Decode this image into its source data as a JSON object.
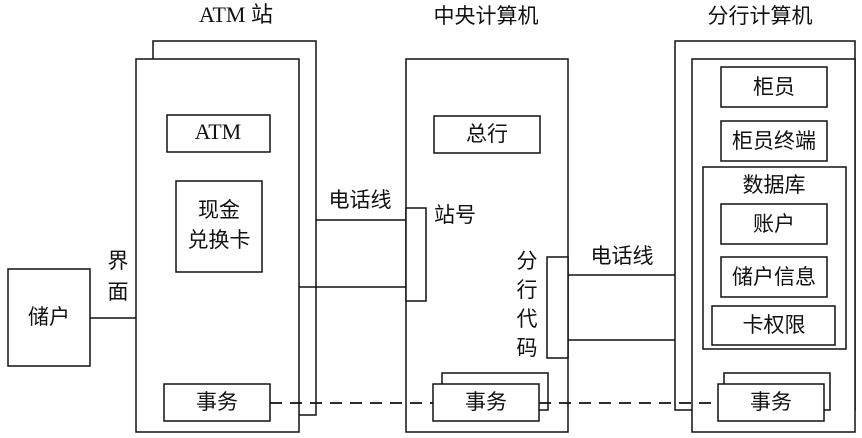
{
  "columns": {
    "atm_station": "ATM 站",
    "central_computer": "中央计算机",
    "branch_computer": "分行计算机"
  },
  "depositor": "储户",
  "interface": [
    "界",
    "面"
  ],
  "atm": {
    "atm_box": "ATM",
    "cash_exchange_line1": "现金",
    "cash_exchange_line2": "兑换卡",
    "transaction": "事务"
  },
  "central": {
    "head_office": "总行",
    "station_no": "站号",
    "branch_code": [
      "分",
      "行",
      "代",
      "码"
    ],
    "transaction": "事务"
  },
  "links": {
    "phone_line_left": "电话线",
    "phone_line_right": "电话线"
  },
  "branch": {
    "teller": "柜员",
    "teller_terminal": "柜员终端",
    "database": "数据库",
    "account": "账户",
    "depositor_info": "储户信息",
    "card_permission": "卡权限",
    "transaction": "事务"
  }
}
